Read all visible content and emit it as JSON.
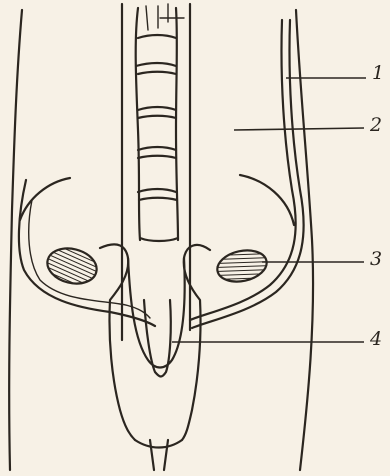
{
  "labels": {
    "l1": "1",
    "l2": "2",
    "l3": "3",
    "l4": "4"
  },
  "colors": {
    "ink": "#2b2620",
    "paper": "#f7f1e6"
  }
}
